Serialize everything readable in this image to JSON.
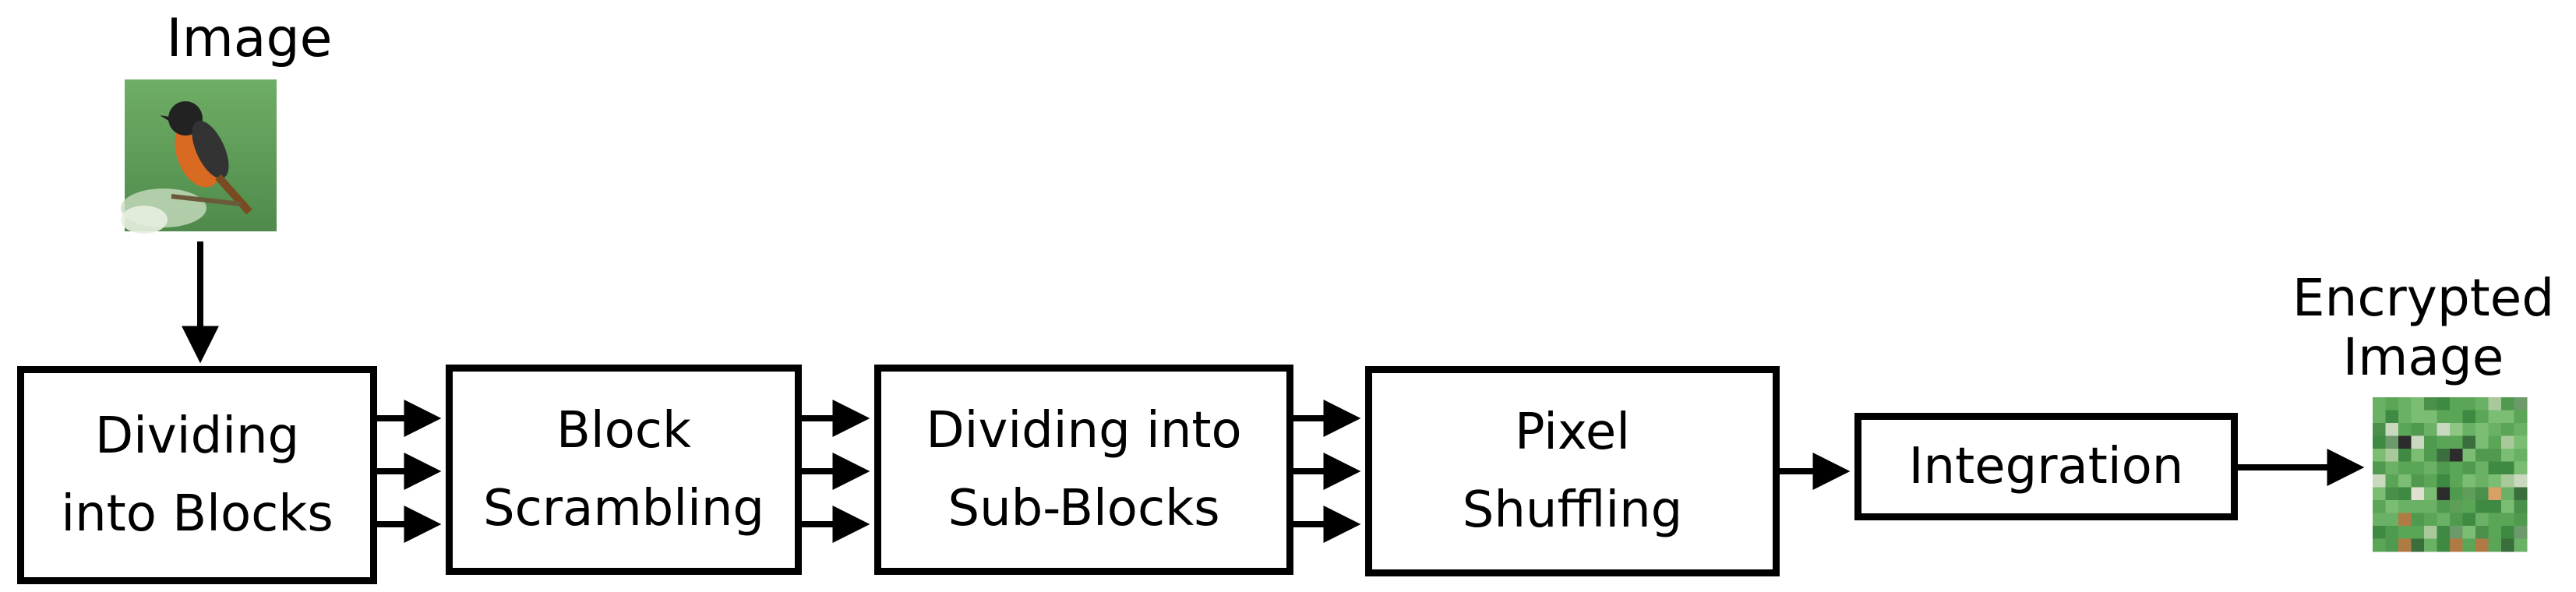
{
  "input_label": "Image",
  "output_label": "Encrypted\nImage",
  "steps": [
    "Dividing\ninto Blocks",
    "Block\nScrambling",
    "Dividing into\nSub-Blocks",
    "Pixel\nShuffling",
    "Integration"
  ],
  "colors": {
    "stroke": "#000000",
    "background": "#ffffff",
    "bird_bg": "#5f9e59",
    "mosaic_base": "#4f9a4e"
  }
}
